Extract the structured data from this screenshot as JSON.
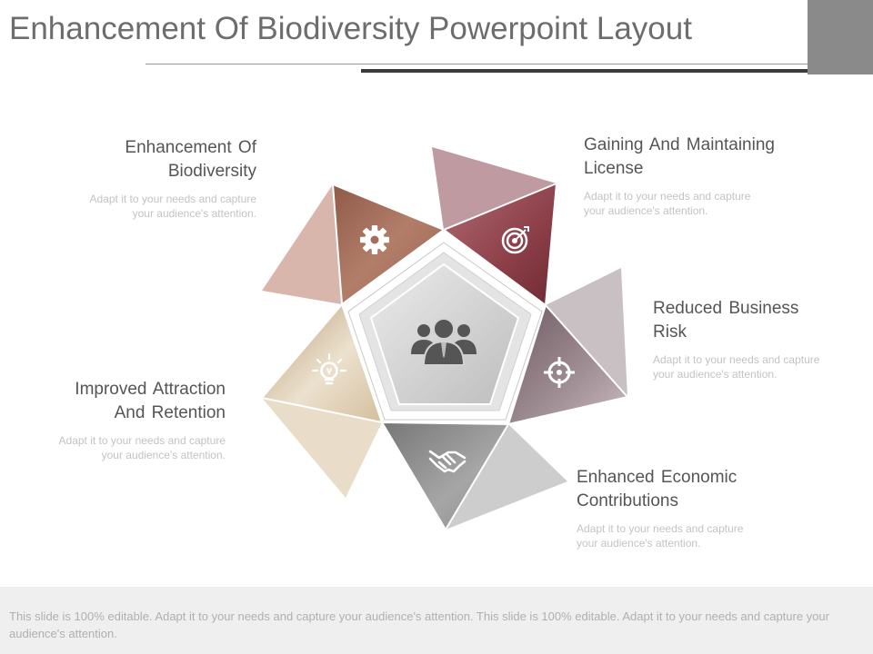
{
  "title": "Enhancement Of Biodiversity Powerpoint Layout",
  "colors": {
    "gear": "#a9735f",
    "target": "#8a3d46",
    "crosshair": "#8f7b82",
    "handshake": "#9b9b9b",
    "bulb": "#cbb48e",
    "center": "#d2d2d2"
  },
  "items": [
    {
      "heading": "Enhancement Of\nBiodiversity",
      "description": "Adapt it to your needs and capture\nyour audience's attention.",
      "icon": "gear-icon"
    },
    {
      "heading": "Gaining And Maintaining\nLicense",
      "description": "Adapt it to your needs and capture\nyour audience's attention.",
      "icon": "target-icon"
    },
    {
      "heading": "Reduced Business\nRisk",
      "description": "Adapt it to your needs and capture\nyour audience's attention.",
      "icon": "crosshair-icon"
    },
    {
      "heading": "Enhanced Economic\nContributions",
      "description": "Adapt it to your needs and capture\nyour audience's attention.",
      "icon": "handshake-icon"
    },
    {
      "heading": "Improved Attraction\nAnd Retention",
      "description": "Adapt it to your needs and capture\nyour audience's attention.",
      "icon": "lightbulb-icon"
    }
  ],
  "center_icon": "team-icon",
  "footer": "This slide is 100% editable. Adapt it to your needs and capture your audience's attention. This slide is 100% editable. Adapt it to your needs and capture your audience's attention."
}
